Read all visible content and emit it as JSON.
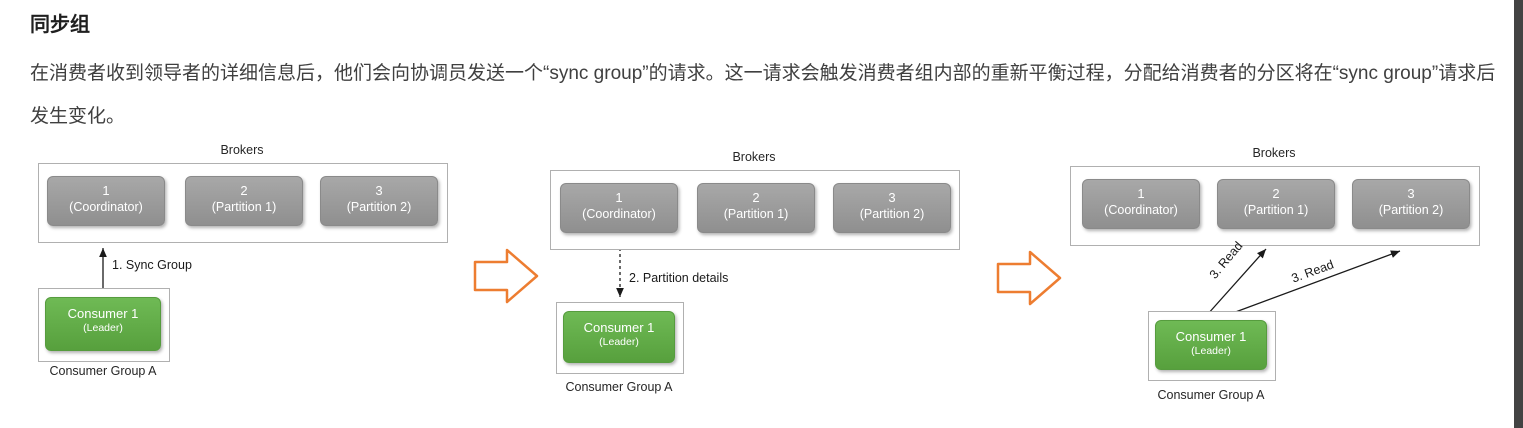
{
  "page": {
    "title": "同步组",
    "paragraph": "在消费者收到领导者的详细信息后，他们会向协调员发送一个“sync group”的请求。这一请求会触发消费者组内部的重新平衡过程，分配给消费者的分区将在“sync group”请求后发生变化。"
  },
  "colors": {
    "flow_arrow_orange": "#ED7D31",
    "broker_box_gray": "#989898",
    "consumer_box_green": "#5FAE46",
    "line_black": "#1a1a1a"
  },
  "diagram": {
    "panels": [
      {
        "brokers_label": "Brokers",
        "broker_boxes": [
          {
            "line1": "1",
            "line2": "(Coordinator)"
          },
          {
            "line1": "2",
            "line2": "(Partition 1)"
          },
          {
            "line1": "3",
            "line2": "(Partition 2)"
          }
        ],
        "arrow_label": "1. Sync Group",
        "consumer": {
          "line1": "Consumer 1",
          "line2": "(Leader)"
        },
        "group_label": "Consumer Group A"
      },
      {
        "brokers_label": "Brokers",
        "broker_boxes": [
          {
            "line1": "1",
            "line2": "(Coordinator)"
          },
          {
            "line1": "2",
            "line2": "(Partition 1)"
          },
          {
            "line1": "3",
            "line2": "(Partition 2)"
          }
        ],
        "arrow_label": "2. Partition details",
        "consumer": {
          "line1": "Consumer 1",
          "line2": "(Leader)"
        },
        "group_label": "Consumer Group A"
      },
      {
        "brokers_label": "Brokers",
        "broker_boxes": [
          {
            "line1": "1",
            "line2": "(Coordinator)"
          },
          {
            "line1": "2",
            "line2": "(Partition 1)"
          },
          {
            "line1": "3",
            "line2": "(Partition 2)"
          }
        ],
        "arrow_label_read1": "3. Read",
        "arrow_label_read2": "3. Read",
        "consumer": {
          "line1": "Consumer 1",
          "line2": "(Leader)"
        },
        "group_label": "Consumer Group A"
      }
    ]
  }
}
